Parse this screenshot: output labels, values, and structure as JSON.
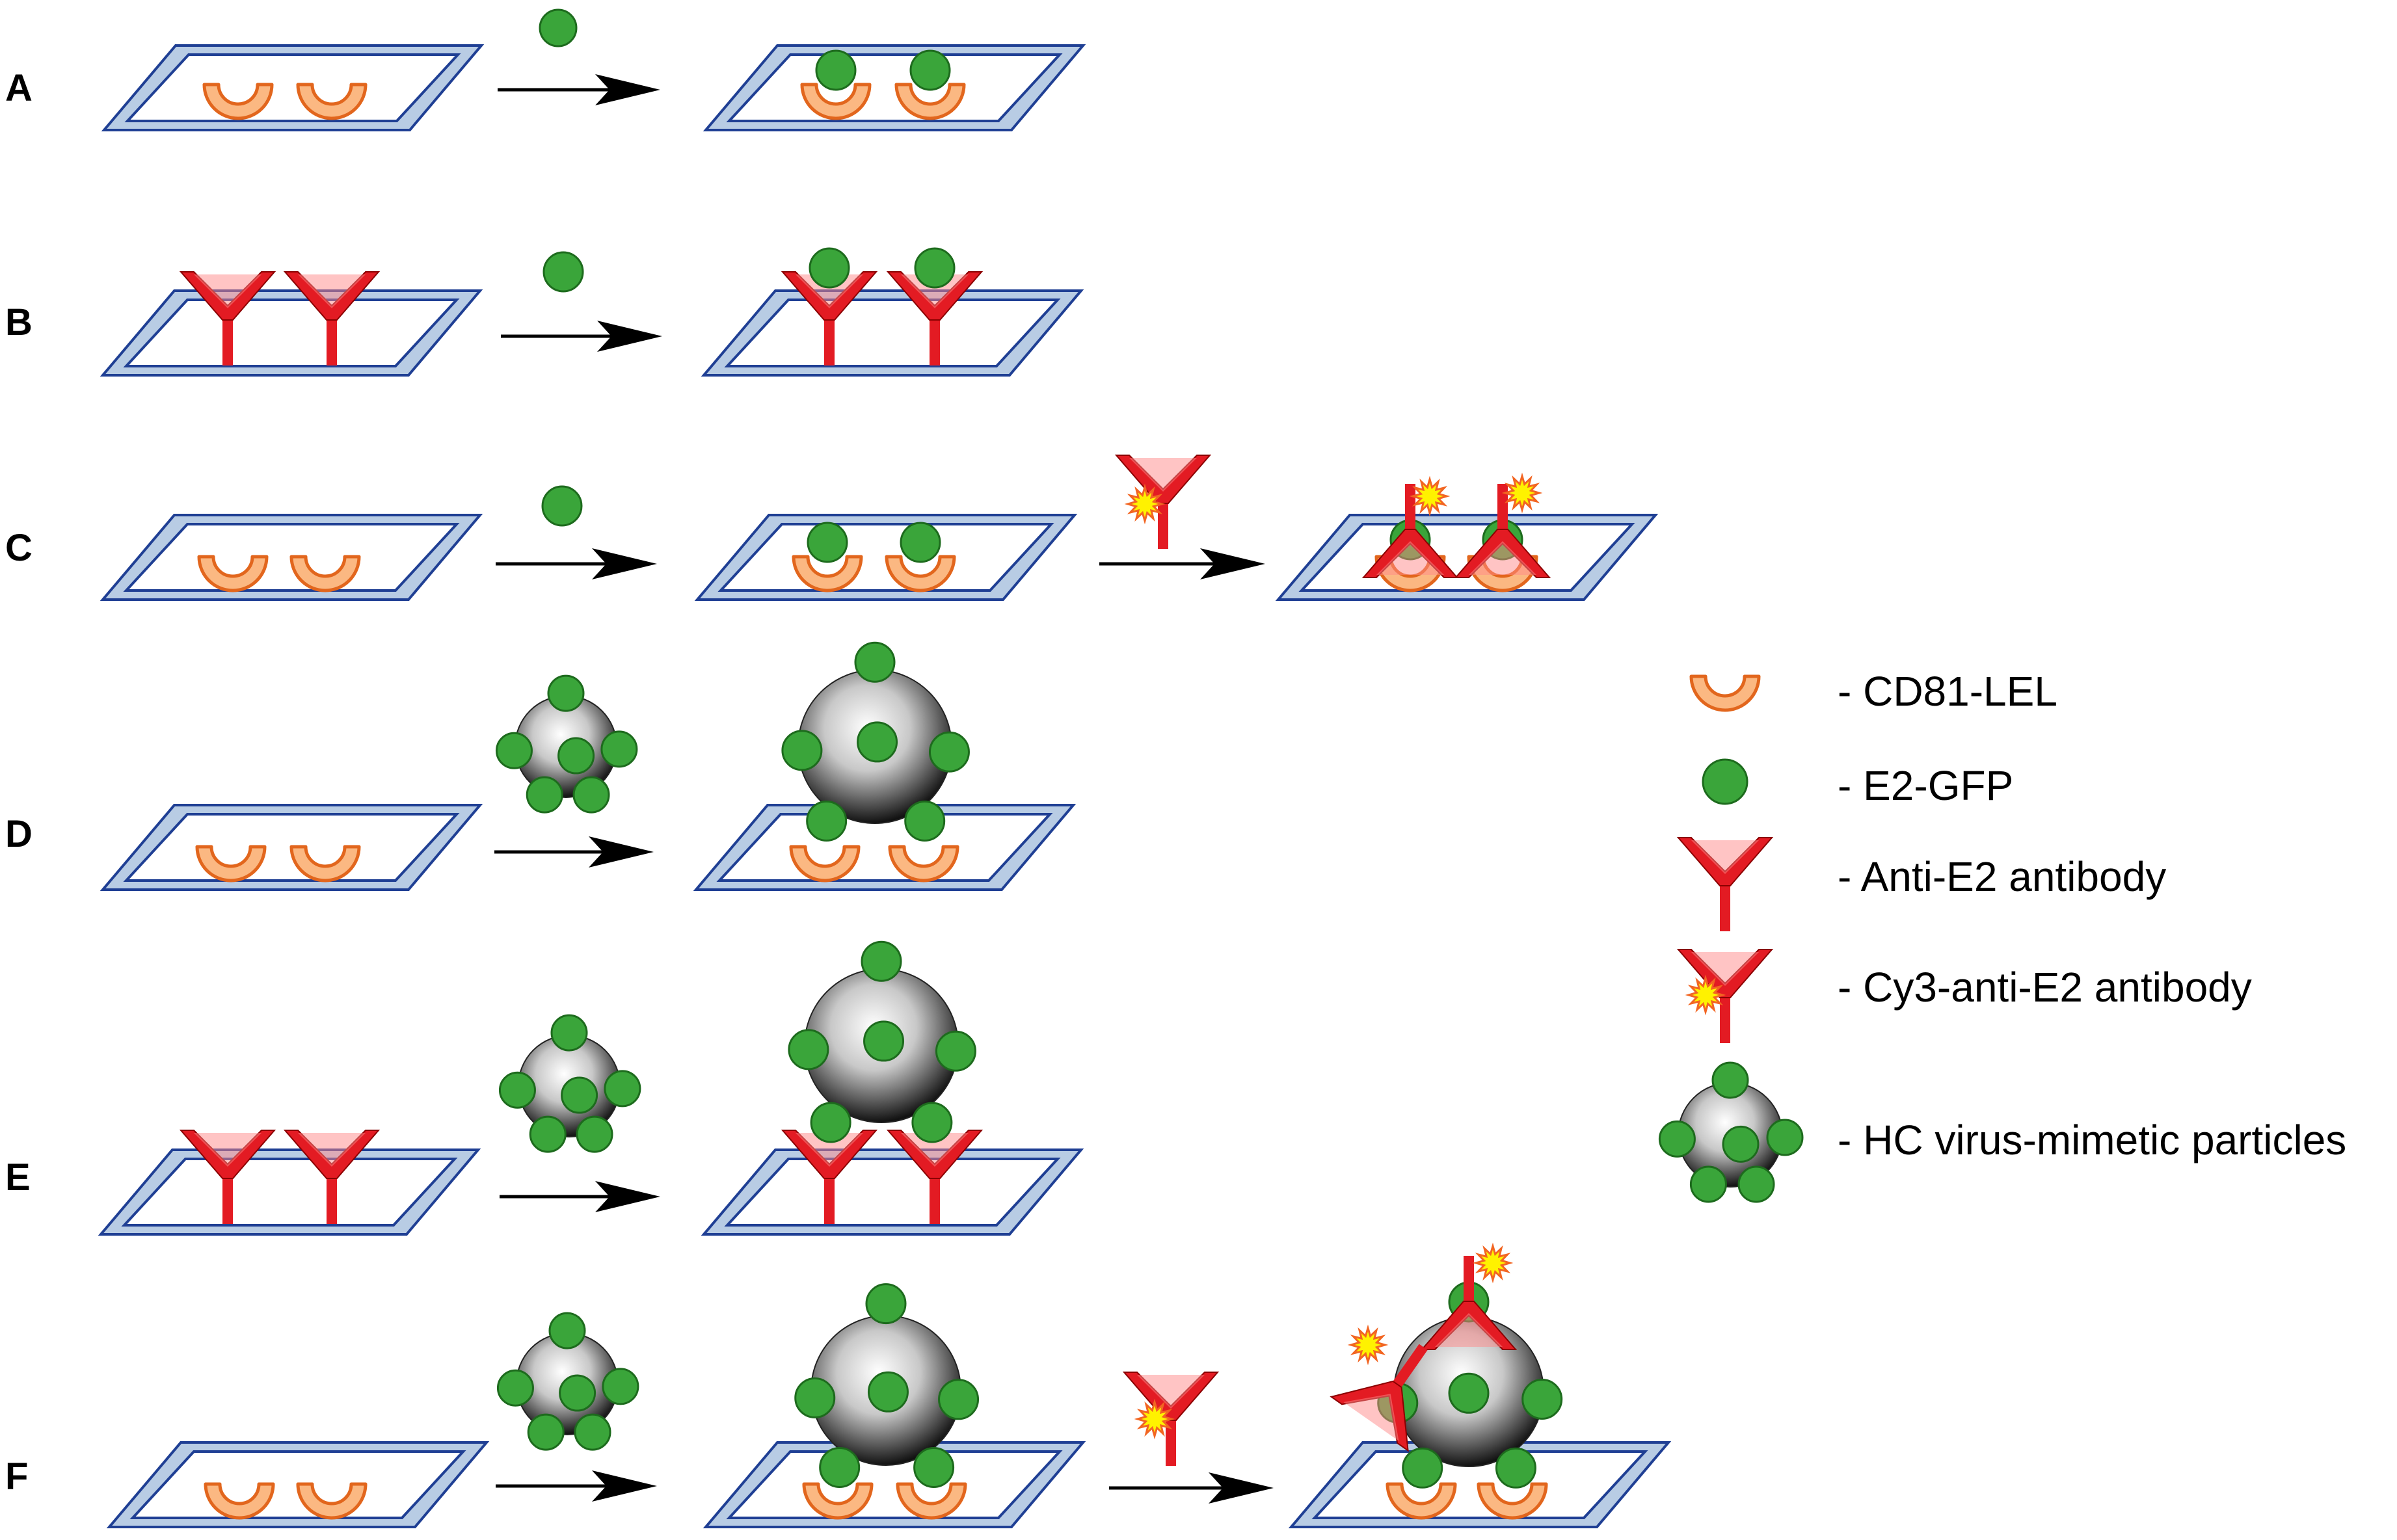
{
  "rows": [
    {
      "label": "A"
    },
    {
      "label": "B"
    },
    {
      "label": "C"
    },
    {
      "label": "D"
    },
    {
      "label": "E"
    },
    {
      "label": "F"
    }
  ],
  "legend": [
    {
      "icon": "cd81-lel-icon",
      "text": "- CD81-LEL"
    },
    {
      "icon": "e2-gfp-icon",
      "text": "- E2-GFP"
    },
    {
      "icon": "anti-e2-antibody-icon",
      "text": "- Anti-E2 antibody"
    },
    {
      "icon": "cy3-anti-e2-antibody-icon",
      "text": "- Cy3-anti-E2 antibody"
    },
    {
      "icon": "virus-mimetic-particle-icon",
      "text": "- HC virus-mimetic particles"
    }
  ],
  "colors": {
    "slide_fill": "#b8cce4",
    "slide_stroke": "#1f3f94",
    "cd81_fill": "#fbb882",
    "cd81_stroke": "#e2661d",
    "e2_fill": "#3aa53a",
    "e2_stroke": "#1d6b1d",
    "antibody": "#e31b23",
    "cy3_star": "#fff200",
    "cy3_stroke": "#f26522"
  }
}
